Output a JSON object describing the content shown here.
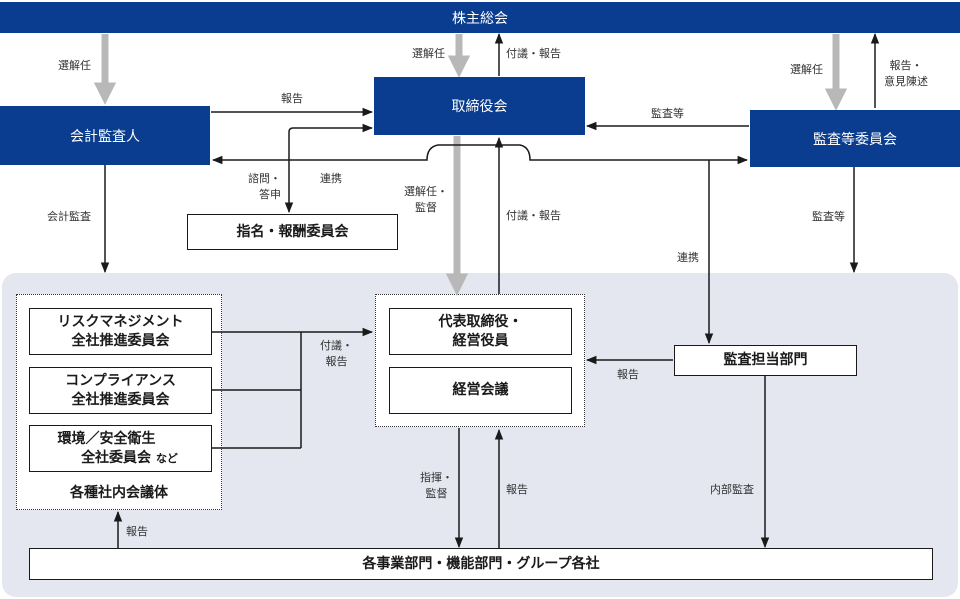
{
  "nodes": {
    "shareholders": "株主総会",
    "board": "取締役会",
    "accounting_auditor": "会計監査人",
    "audit_committee": "監査等委員会",
    "nomination_committee": "指名・報酬委員会",
    "risk_committee_line1": "リスクマネジメント",
    "risk_committee_line2": "全社推進委員会",
    "compliance_committee_line1": "コンプライアンス",
    "compliance_committee_line2": "全社推進委員会",
    "env_committee_line1": "環境／安全衛生",
    "env_committee_line2": "全社委員会",
    "env_committee_suffix": "など",
    "internal_bodies": "各種社内会議体",
    "executives_line1": "代表取締役・",
    "executives_line2": "経営役員",
    "management_meeting": "経営会議",
    "internal_audit_dept": "監査担当部門",
    "business_units": "各事業部門・機能部門・グループ各社"
  },
  "labels": {
    "elect_left": "選解任",
    "elect_center": "選解任",
    "refer_report_top_1": "付議・報告",
    "elect_right": "選解任",
    "report_opinion_1": "報告・",
    "report_opinion_2": "意見陳述",
    "report_to_board": "報告",
    "audit_etc_top": "監査等",
    "consult_1": "諮問・",
    "consult_2": "答申",
    "cooperation_top": "連携",
    "accounting_audit": "会計監査",
    "elect_supervise_1": "選解任・",
    "elect_supervise_2": "監督",
    "refer_report_mid": "付議・報告",
    "audit_etc_right": "監査等",
    "cooperation_right": "連携",
    "refer_left_1": "付議・",
    "refer_left_2": "報告",
    "report_from_audit_dept": "報告",
    "direct_supervise_1": "指揮・",
    "direct_supervise_2": "監督",
    "report_up_bottom": "報告",
    "internal_audit": "内部監査",
    "report_bottom_left": "報告"
  },
  "colors": {
    "dark_blue": "#0a3d8f",
    "region_bg": "#e4e6f0",
    "gray_arrow": "#b8b8b8"
  }
}
